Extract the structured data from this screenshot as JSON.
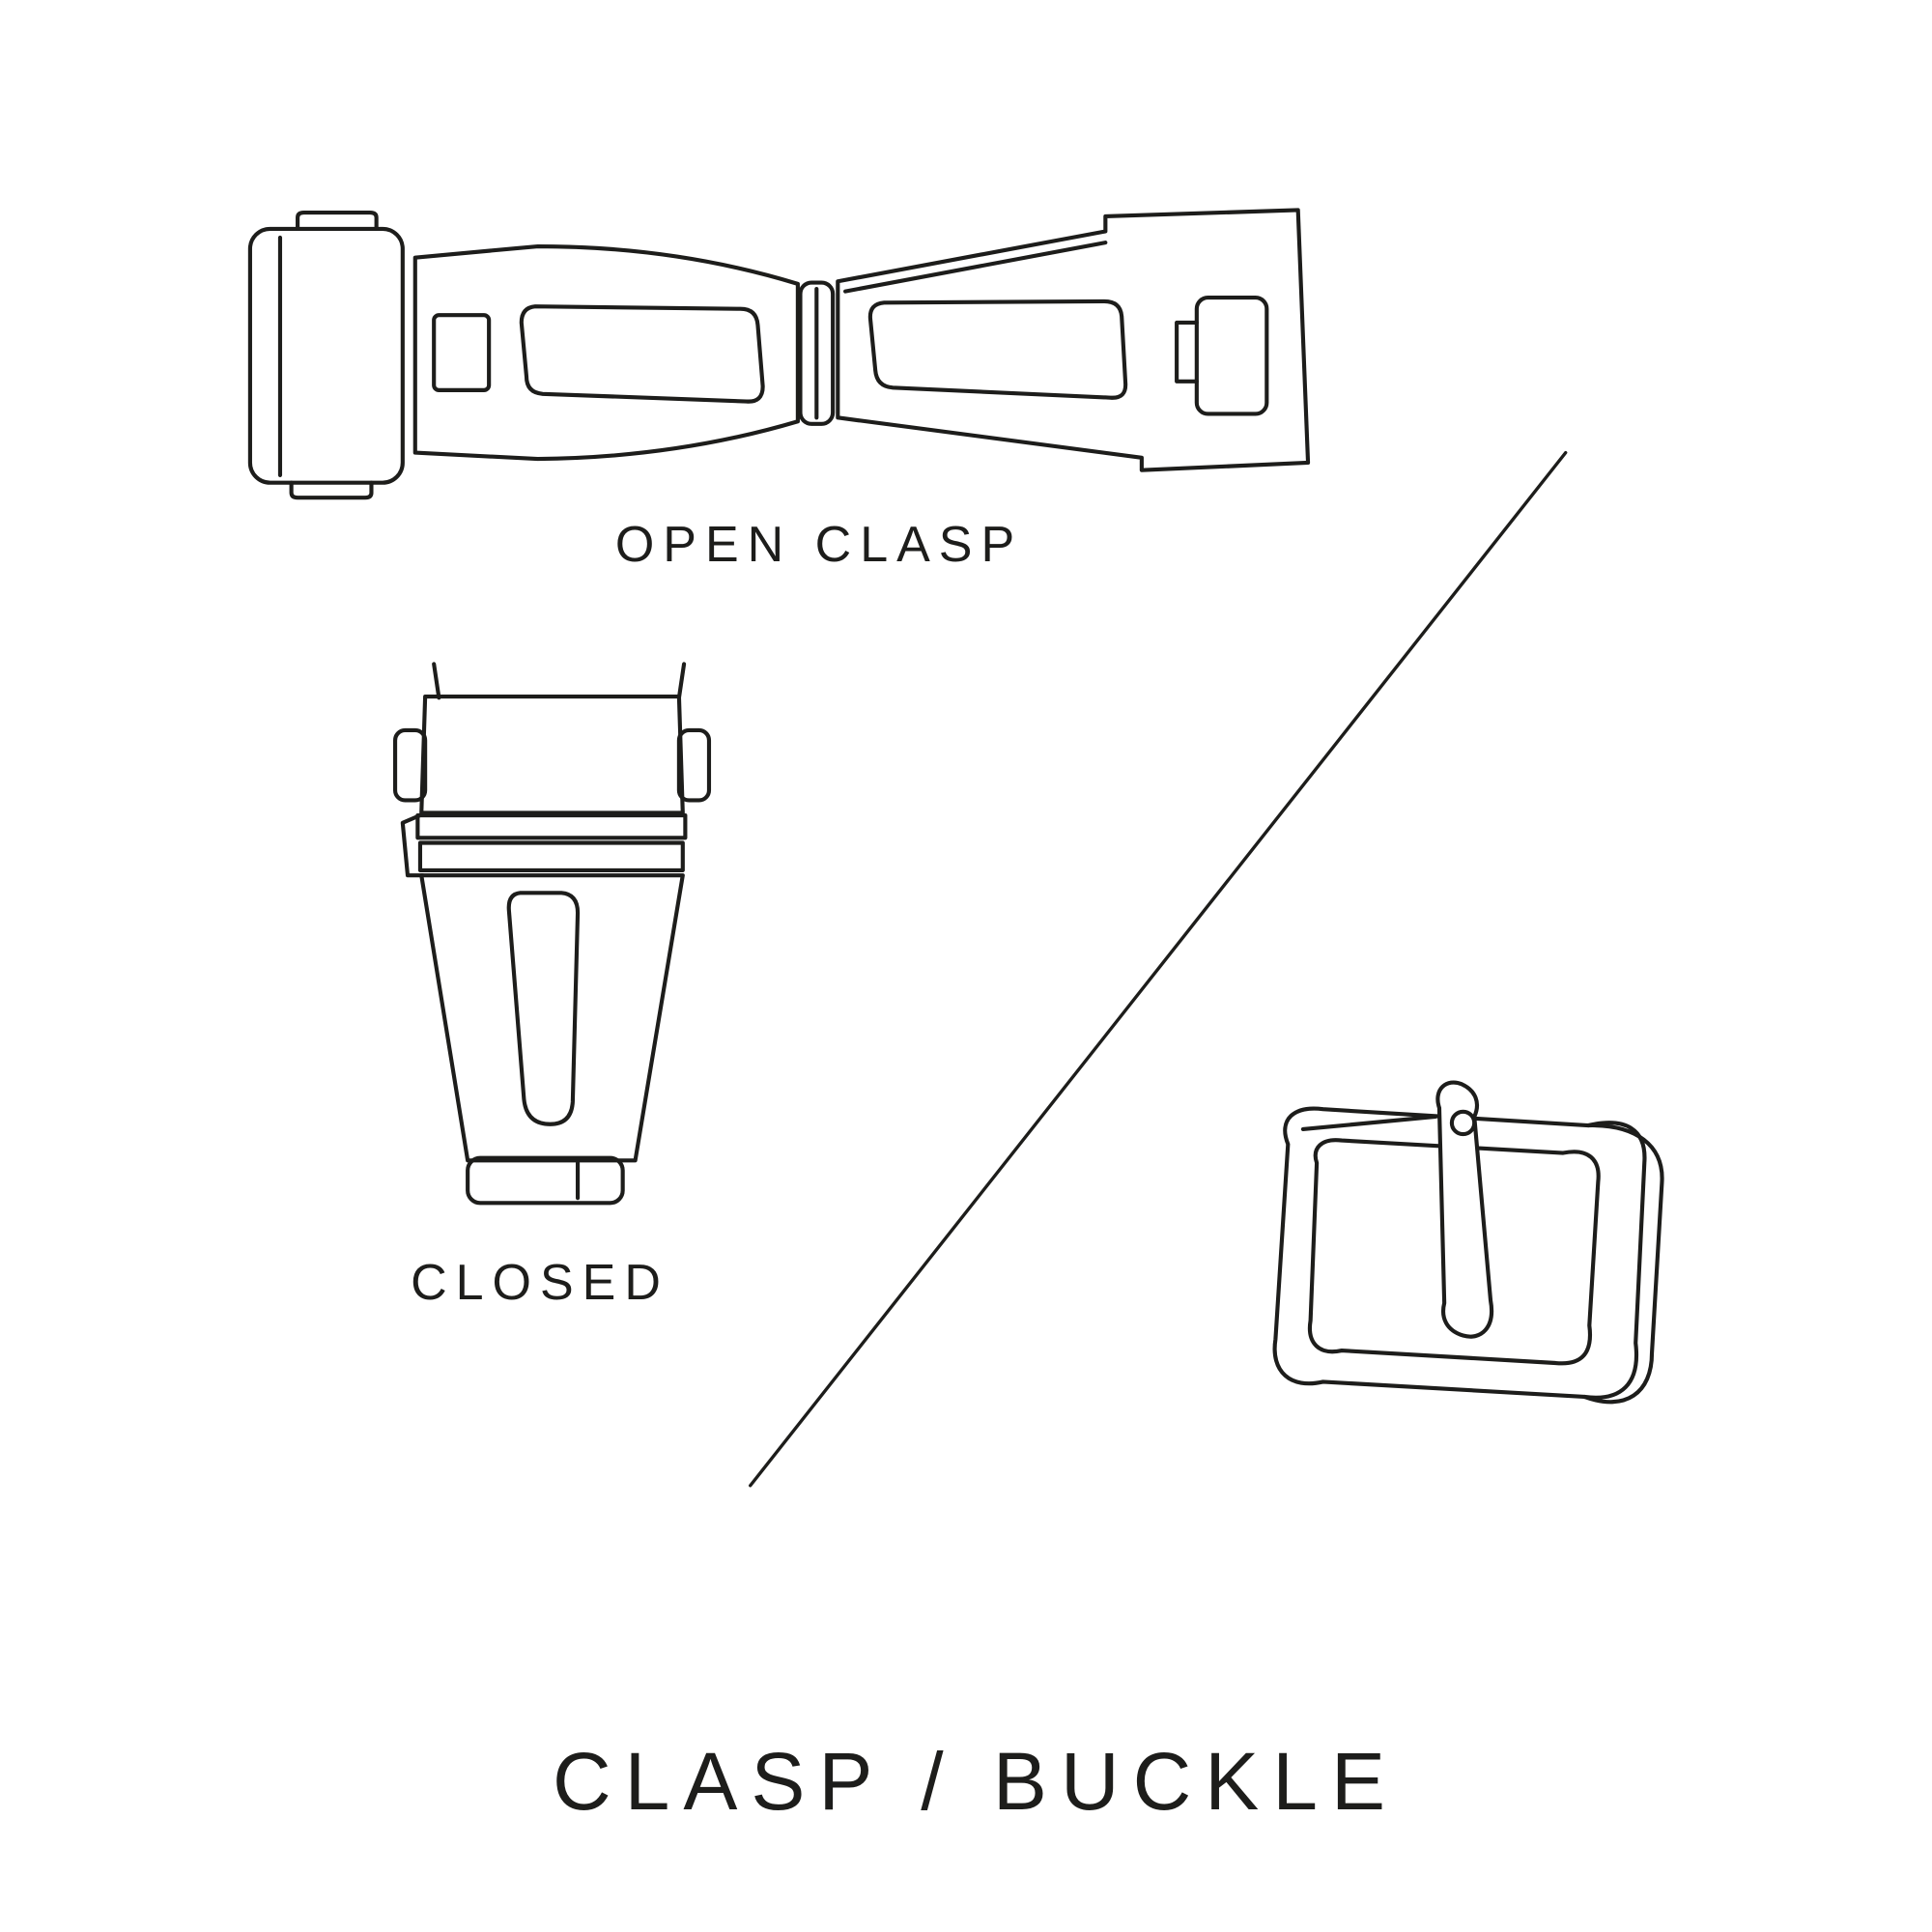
{
  "page": {
    "background_color": "#ffffff",
    "line_color": "#1d1d1b",
    "title": "CLASP / BUCKLE"
  },
  "figures": {
    "open_clasp": {
      "label": "OPEN CLASP"
    },
    "closed_clasp": {
      "label": "CLOSED"
    },
    "buckle": {
      "label": ""
    }
  }
}
